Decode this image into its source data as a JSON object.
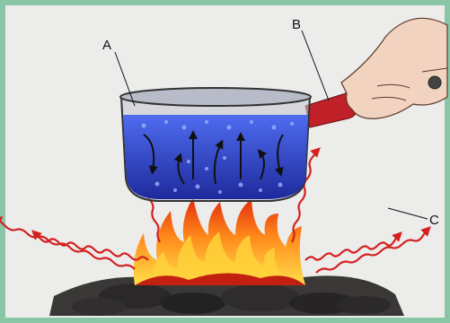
{
  "diagram": {
    "labels": {
      "a": "A",
      "b": "B",
      "c": "C"
    },
    "colors": {
      "water": "#2f3fd0",
      "water_light": "#5a7cf0",
      "pot_handle": "#c02028",
      "flame_outer": "#e43a10",
      "flame_inner": "#ffd23a",
      "radiation": "#d42020",
      "coals": "#2c2a2e",
      "hand": "#f2d3c0"
    }
  }
}
